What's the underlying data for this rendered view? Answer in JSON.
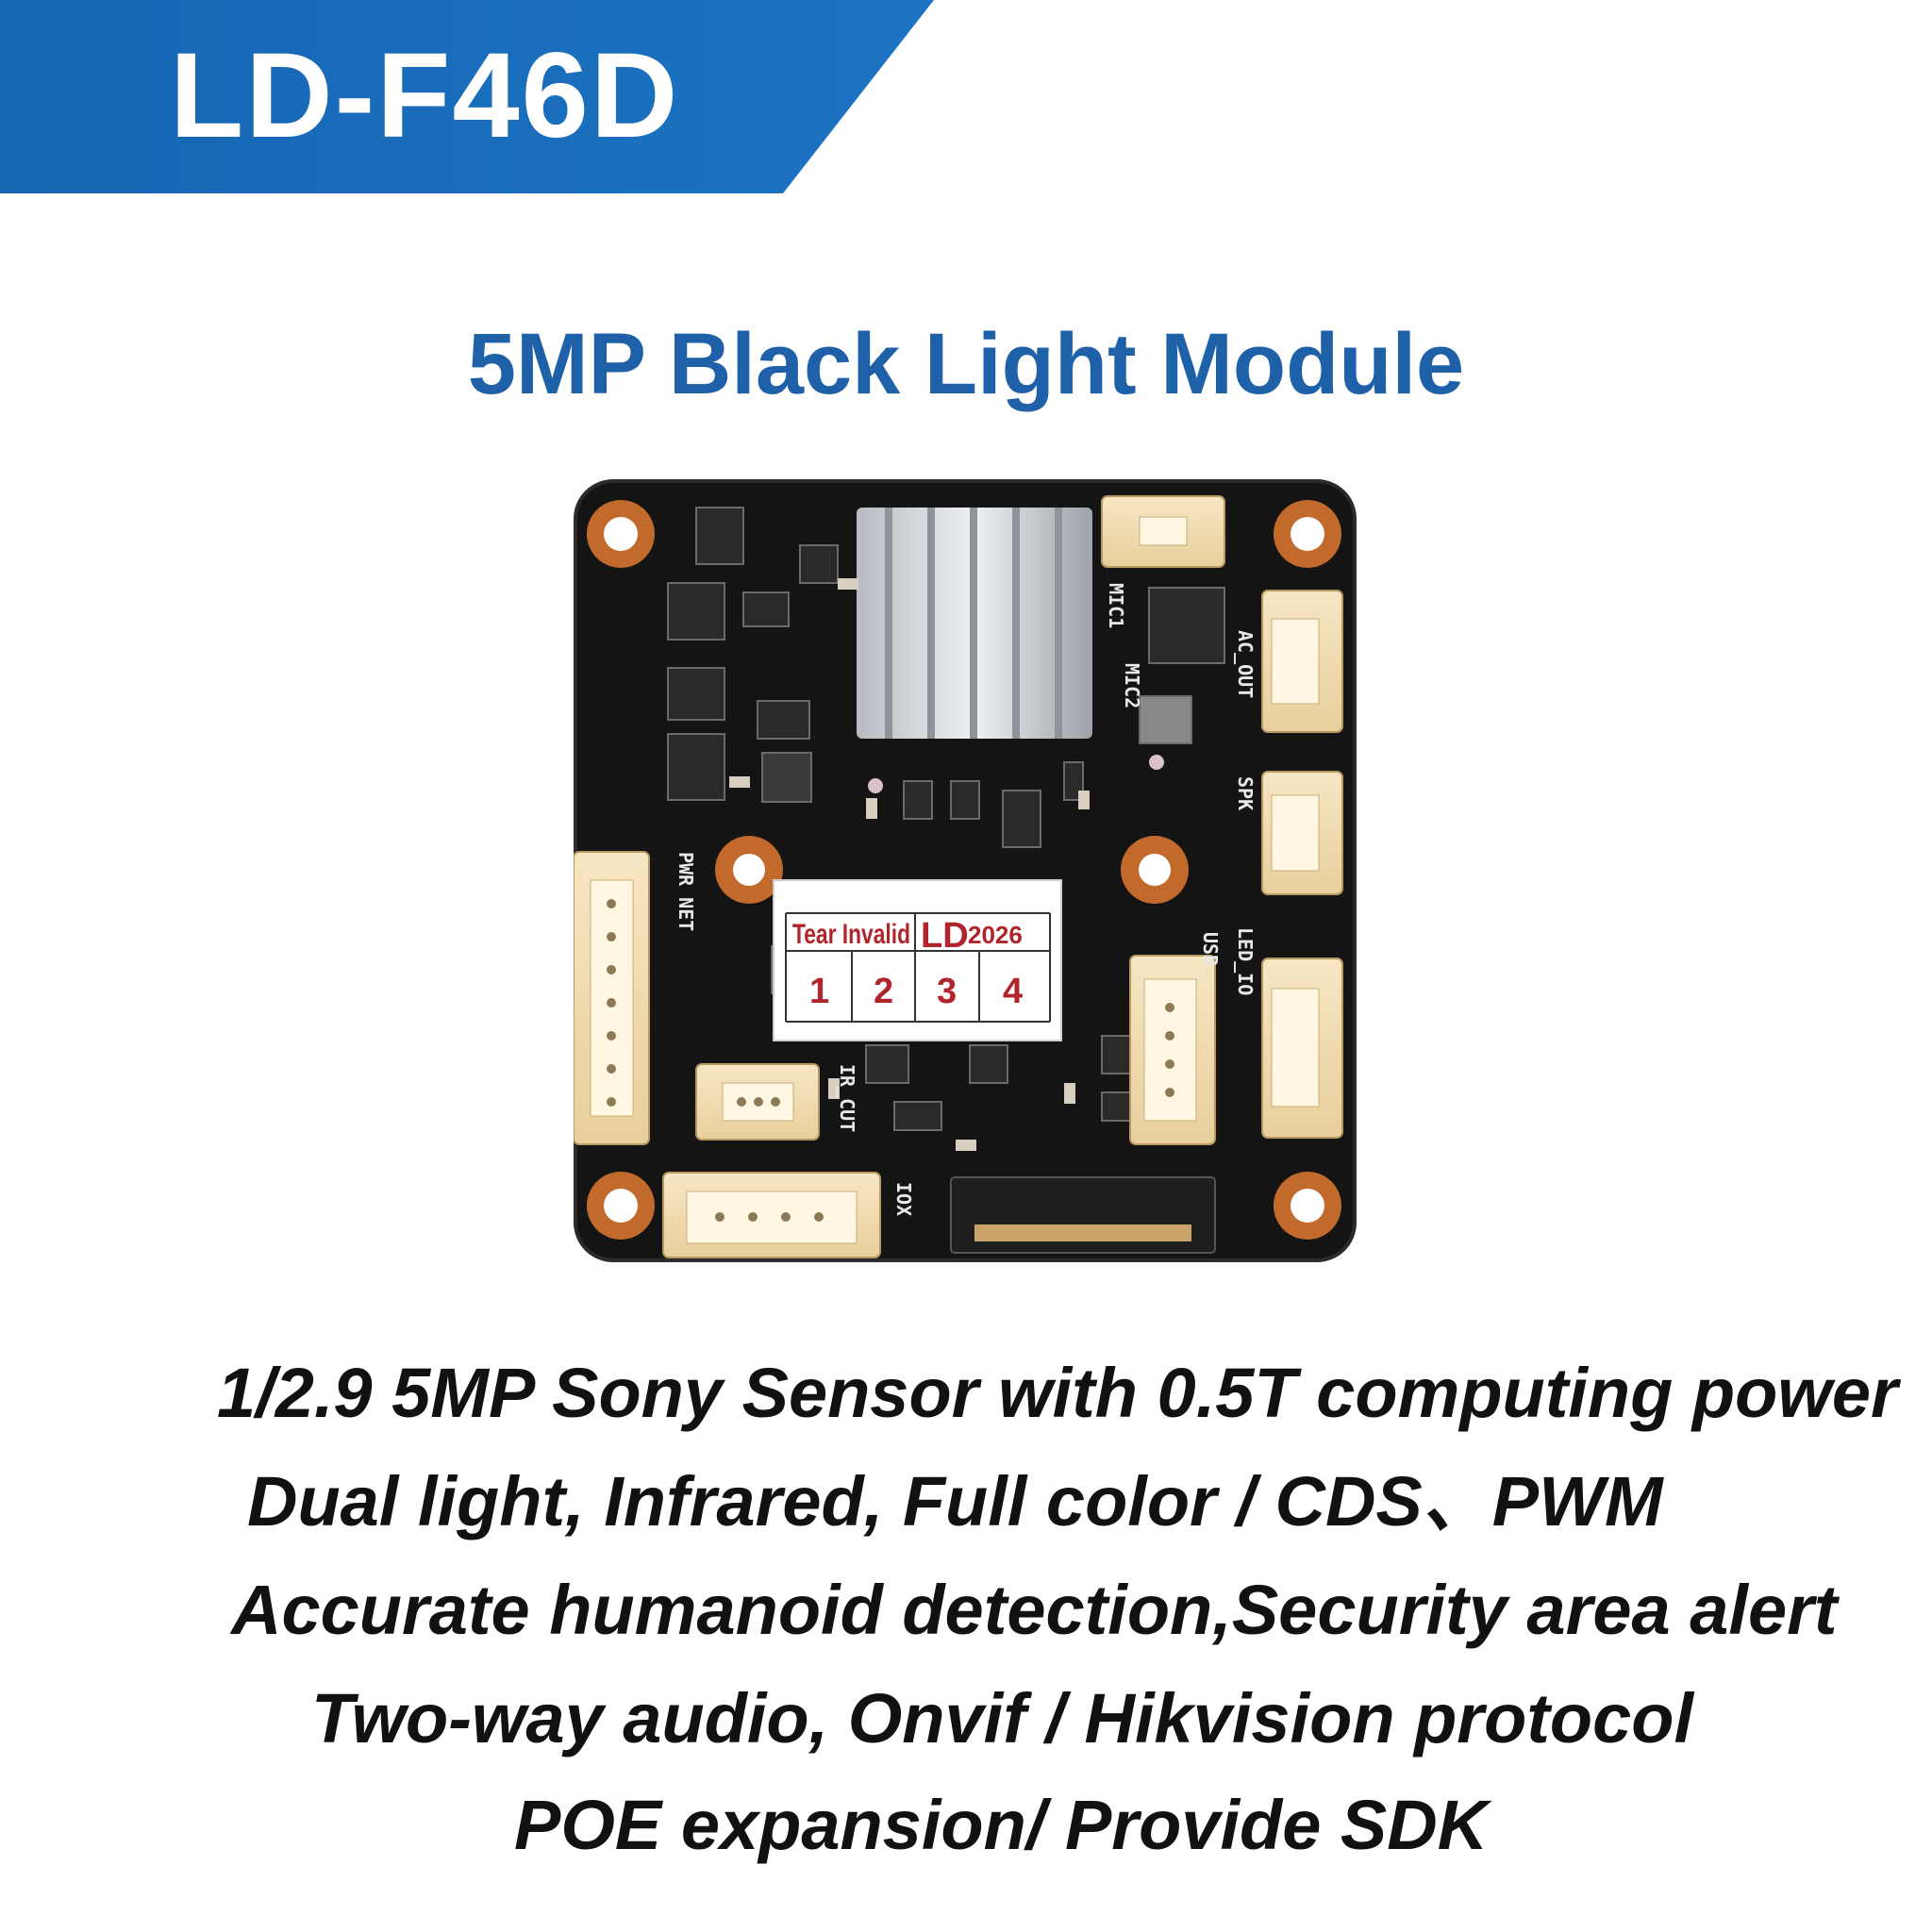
{
  "header": {
    "model": "LD-F46D",
    "accent_color": "#1a6ab4"
  },
  "product": {
    "title": "5MP Black Light Module",
    "title_color": "#1f61a8"
  },
  "board": {
    "sticker": {
      "text": "Tear Invalid",
      "brand": "LD",
      "year": "2026",
      "numbers": [
        "1",
        "2",
        "3",
        "4"
      ]
    },
    "silkscreen": {
      "pwr_net": "PWR NET",
      "mic1": "MIC1",
      "mic2": "MIC2",
      "ac_out": "AC_OUT",
      "spk": "SPK",
      "led_io": "LED_IO",
      "usb": "USB",
      "ir_cut": "IR_CUT",
      "iox": "IOX"
    }
  },
  "features": [
    "1/2.9 5MP Sony Sensor with 0.5T computing power",
    "Dual light, Infrared, Full color / CDS、PWM",
    "Accurate humanoid detection,Security area alert",
    "Two-way audio, Onvif / Hikvision protocol",
    "POE expansion/ Provide SDK"
  ]
}
